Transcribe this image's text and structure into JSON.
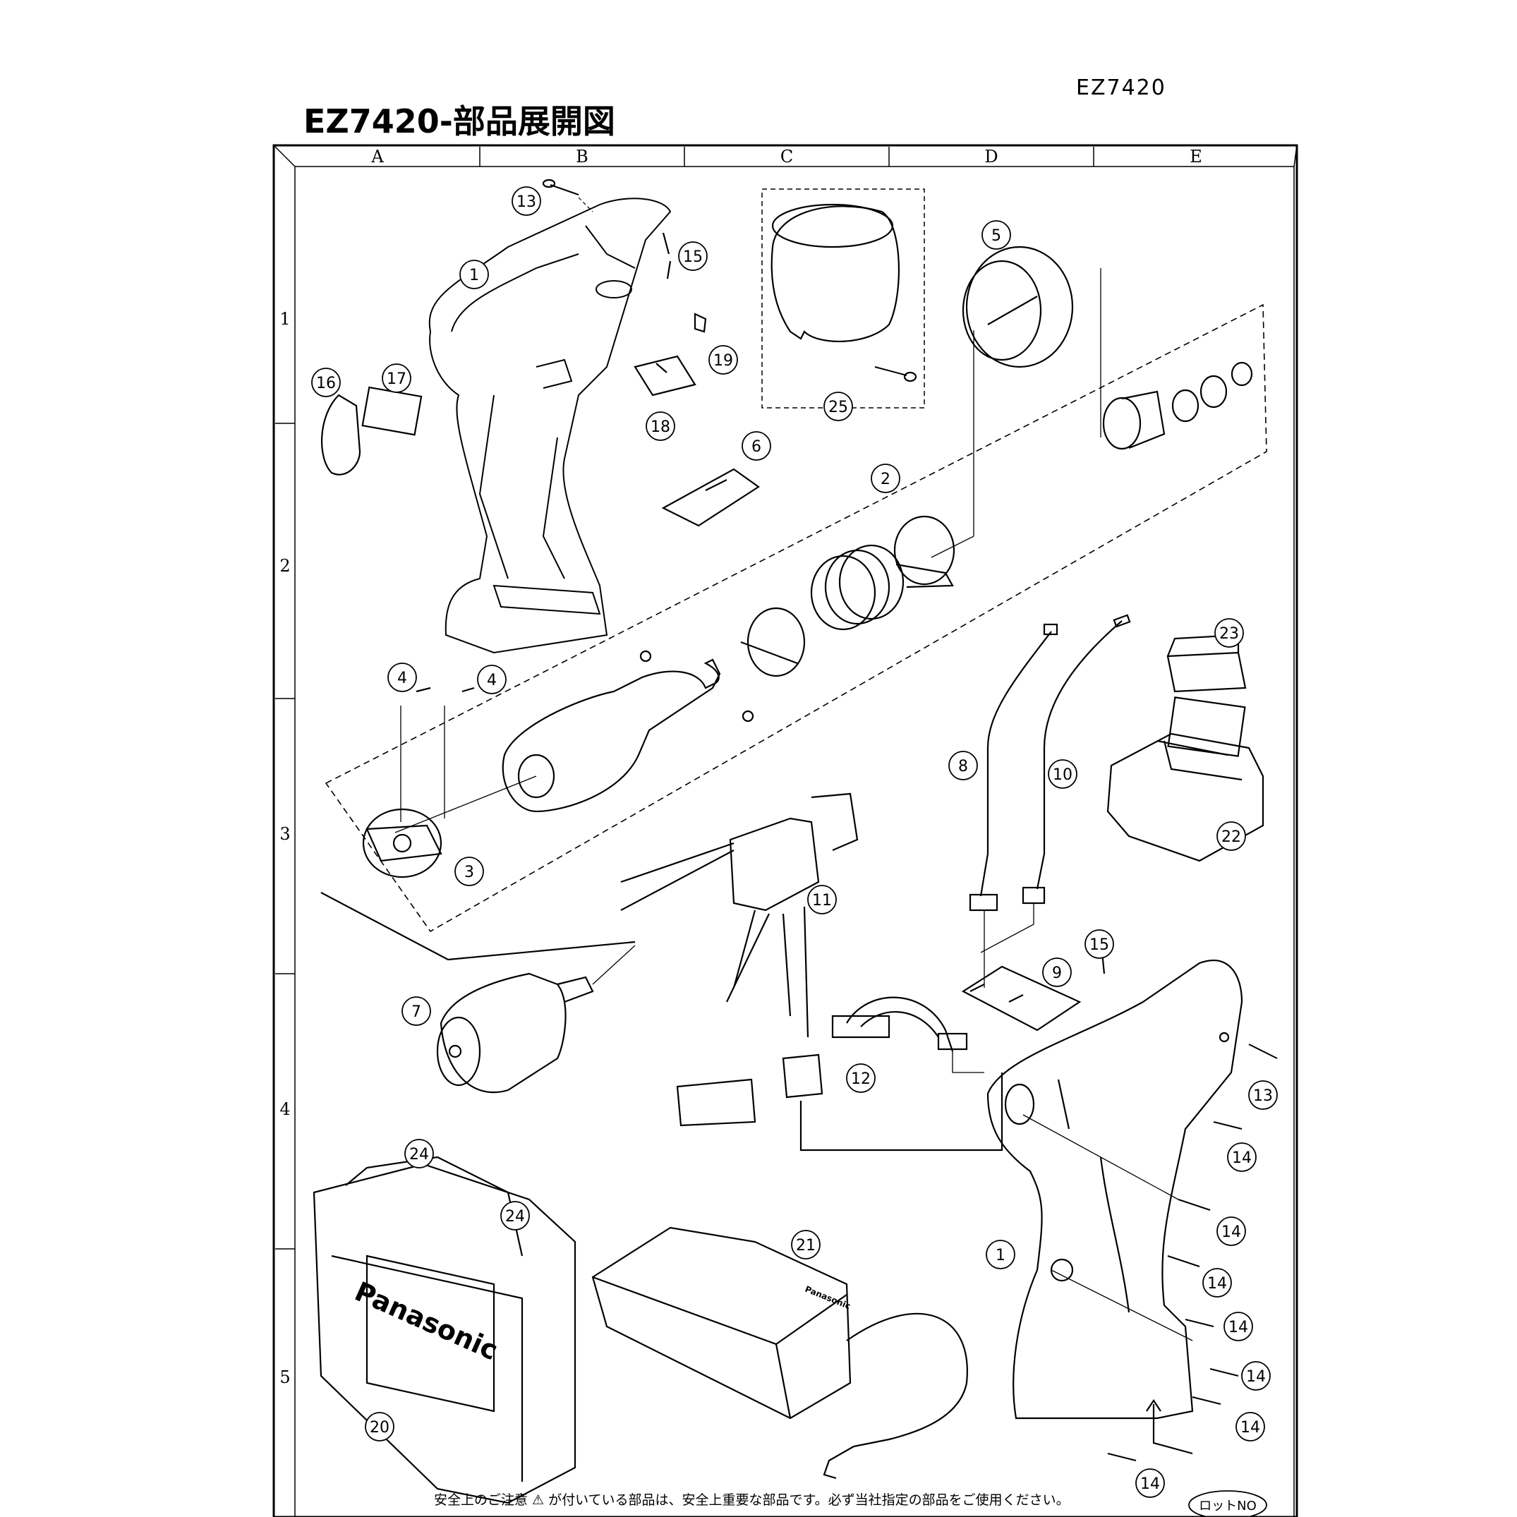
{
  "header": {
    "model_code": "EZ7420",
    "title": "EZ7420-部品展開図"
  },
  "grid": {
    "columns": [
      "A",
      "B",
      "C",
      "D",
      "E"
    ],
    "rows": [
      "1",
      "2",
      "3",
      "4",
      "5"
    ]
  },
  "callouts": [
    "1",
    "2",
    "3",
    "4",
    "4",
    "5",
    "6",
    "7",
    "8",
    "9",
    "10",
    "11",
    "12",
    "13",
    "13",
    "14",
    "14",
    "14",
    "14",
    "14",
    "14",
    "14",
    "15",
    "15",
    "16",
    "17",
    "18",
    "19",
    "20",
    "21",
    "22",
    "23",
    "24",
    "24",
    "25",
    "1"
  ],
  "case_brand": "Panasonic",
  "charger_brand": "Panasonic",
  "footer": {
    "safety_note": "安全上のご注意 ⚠ が付いている部品は、安全上重要な部品です。必ず当社指定の部品をご使用ください。",
    "lot_label": "ロットNO"
  }
}
